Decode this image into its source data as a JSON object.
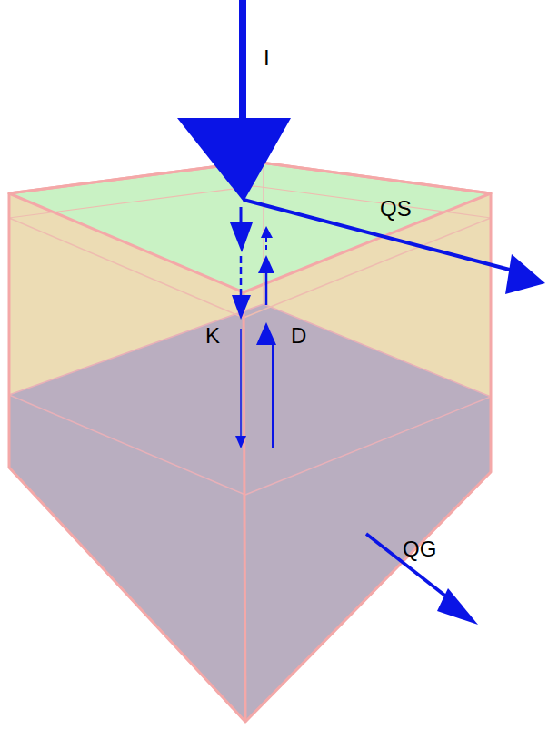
{
  "diagram": {
    "labels": [
      "I",
      "QS",
      "K",
      "D",
      "QG"
    ]
  }
}
